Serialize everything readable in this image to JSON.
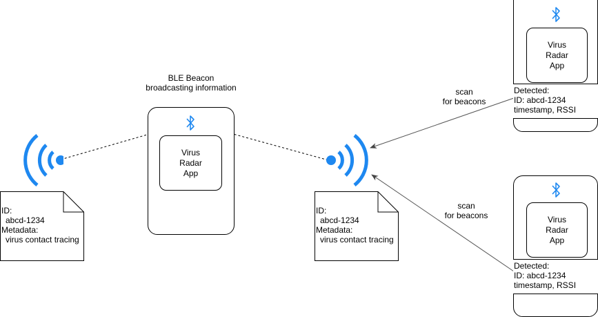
{
  "title": {
    "line1": "BLE Beacon",
    "line2": "broadcasting information"
  },
  "center_phone": {
    "app_label": [
      "Virus",
      "Radar",
      "App"
    ]
  },
  "left_beacon_note": {
    "id_label": "ID:",
    "id_value": "abcd-1234",
    "meta_label": "Metadata:",
    "meta_value": "virus contact tracing"
  },
  "right_beacon_note": {
    "id_label": "ID:",
    "id_value": "abcd-1234",
    "meta_label": "Metadata:",
    "meta_value": "virus contact tracing"
  },
  "scan_label_top": {
    "line1": "scan",
    "line2": "for beacons"
  },
  "scan_label_bottom": {
    "line1": "scan",
    "line2": "for beacons"
  },
  "phone_top_right": {
    "app_label": [
      "Virus",
      "Radar",
      "App"
    ],
    "detected": {
      "line1": "Detected:",
      "line2": "ID: abcd-1234",
      "line3": "timestamp, RSSI"
    }
  },
  "phone_bottom_right": {
    "app_label": [
      "Virus",
      "Radar",
      "App"
    ],
    "detected": {
      "line1": "Detected:",
      "line2": "ID: abcd-1234",
      "line3": "timestamp, RSSI"
    }
  },
  "colors": {
    "signal_blue": "#1E88F0",
    "line_gray": "#555555"
  },
  "icons": {
    "bluetooth": "bluetooth-icon",
    "broadcast": "broadcast-signal-icon"
  }
}
